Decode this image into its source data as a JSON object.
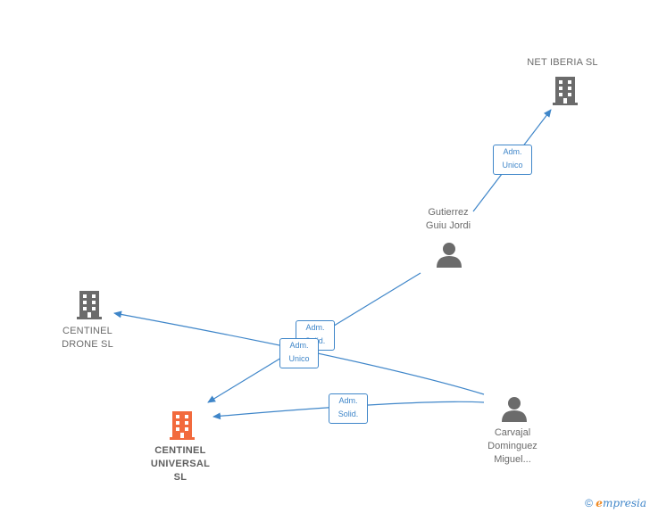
{
  "nodes": {
    "net_iberia": {
      "label": "NET IBERIA  SL"
    },
    "gutierrez": {
      "label": "Gutierrez\nGuiu Jordi"
    },
    "centinel_drone": {
      "label": "CENTINEL\nDRONE  SL"
    },
    "centinel_universal": {
      "label": "CENTINEL\nUNIVERSAL\nSL"
    },
    "carvajal": {
      "label": "Carvajal\nDominguez\nMiguel..."
    }
  },
  "relations": {
    "gutierrez_net": "Adm.\nUnico",
    "gutierrez_universal": "Adm.\nUnico",
    "carvajal_drone": "Adm.\nSolid.",
    "carvajal_universal": "Adm.\nSolid."
  },
  "footer": {
    "copyright": "©",
    "brand_first": "e",
    "brand_rest": "mpresia"
  },
  "colors": {
    "edge": "#3f86c9",
    "node_gray": "#6b6b6b",
    "main_company": "#f26a3d"
  }
}
